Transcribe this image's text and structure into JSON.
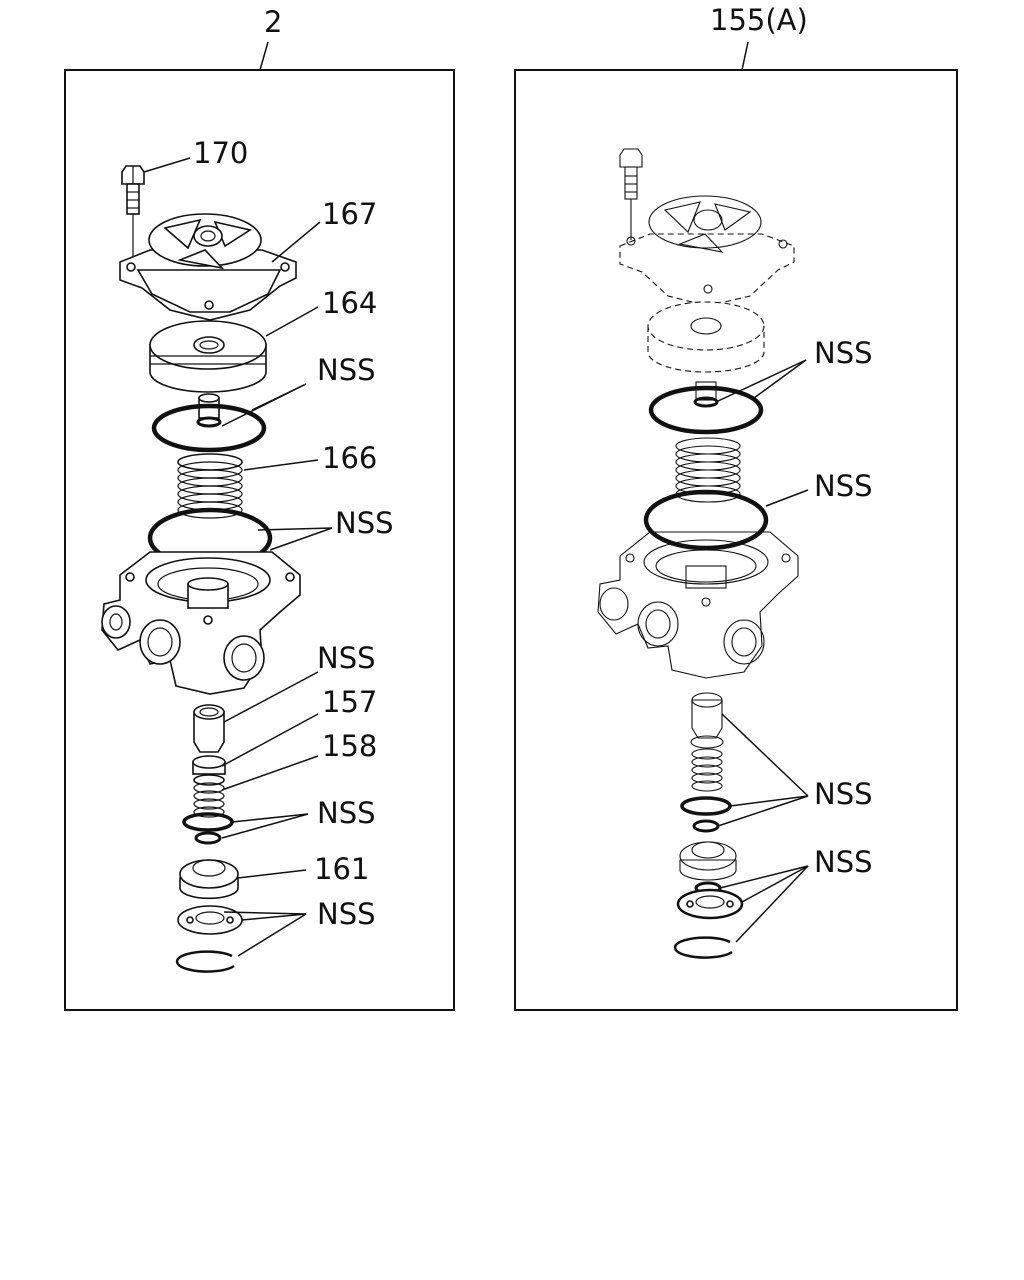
{
  "panels": [
    {
      "id": "left",
      "title": "2",
      "callouts": {
        "c170": "170",
        "c167": "167",
        "c164": "164",
        "nss1": "NSS",
        "c166": "166",
        "nss2": "NSS",
        "nss3": "NSS",
        "c157": "157",
        "c158": "158",
        "nss4": "NSS",
        "c161": "161",
        "nss5": "NSS"
      }
    },
    {
      "id": "right",
      "title": "155(A)",
      "callouts": {
        "nss1": "NSS",
        "nss2": "NSS",
        "nss3": "NSS",
        "nss4": "NSS"
      }
    }
  ],
  "colors": {
    "line": "#111111",
    "background": "#ffffff"
  }
}
